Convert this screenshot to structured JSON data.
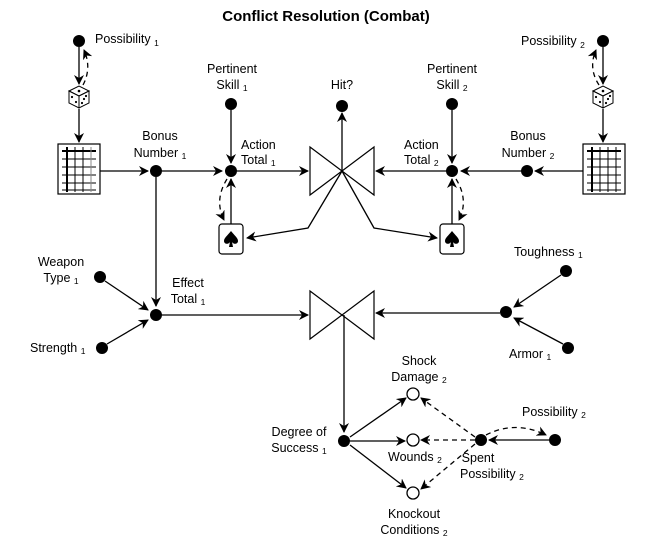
{
  "title": "Conflict Resolution (Combat)",
  "nodes": {
    "possibility_1": {
      "label": "Possibility",
      "sub": "1"
    },
    "possibility_2_top": {
      "label": "Possibility",
      "sub": "2"
    },
    "pertinent_skill_1": {
      "line1": "Pertinent",
      "line2": "Skill",
      "sub": "1"
    },
    "pertinent_skill_2": {
      "line1": "Pertinent",
      "line2": "Skill",
      "sub": "2"
    },
    "hit": {
      "label": "Hit?"
    },
    "bonus_number_1": {
      "line1": "Bonus",
      "line2": "Number",
      "sub": "1"
    },
    "bonus_number_2": {
      "line1": "Bonus",
      "line2": "Number",
      "sub": "2"
    },
    "action_total_1": {
      "line1": "Action",
      "line2": "Total",
      "sub": "1"
    },
    "action_total_2": {
      "line1": "Action",
      "line2": "Total",
      "sub": "2"
    },
    "weapon_type_1": {
      "line1": "Weapon",
      "line2": "Type",
      "sub": "1"
    },
    "strength_1": {
      "label": "Strength",
      "sub": "1"
    },
    "effect_total_1": {
      "line1": "Effect",
      "line2": "Total",
      "sub": "1"
    },
    "toughness_1": {
      "label": "Toughness",
      "sub": "1"
    },
    "armor_1": {
      "label": "Armor",
      "sub": "1"
    },
    "shock_damage_2": {
      "line1": "Shock",
      "line2": "Damage",
      "sub": "2"
    },
    "degree_of_success_1": {
      "line1": "Degree of",
      "line2": "Success",
      "sub": "1"
    },
    "wounds_2": {
      "label": "Wounds",
      "sub": "2"
    },
    "knockout_conditions_2": {
      "line1": "Knockout",
      "line2": "Conditions",
      "sub": "2"
    },
    "possibility_2_bottom": {
      "label": "Possibility",
      "sub": "2"
    },
    "spent_possibility_2": {
      "line1": "Spent",
      "line2": "Possibility",
      "sub": "2"
    }
  },
  "icons": {
    "dice": "dice-icon",
    "table": "table-chart-icon",
    "card": "spade-card-icon",
    "valve": "bowtie-valve-icon"
  }
}
